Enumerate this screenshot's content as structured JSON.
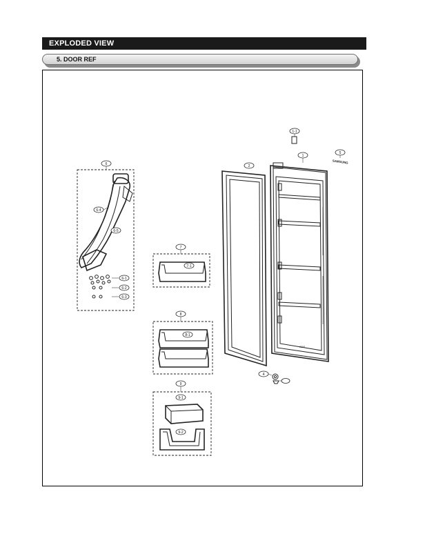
{
  "header": {
    "title": "EXPLODED VIEW"
  },
  "section": {
    "title": "5. DOOR REF"
  },
  "callouts": {
    "c1": "1",
    "c1_1": "1-1",
    "c2": "2",
    "c4": "4",
    "c5": "5",
    "c6": "6",
    "c6_1": "6-1",
    "c6_2": "6-2",
    "c6_3": "6-3",
    "c6_4": "6-4",
    "c6_5": "6-5",
    "c7": "7",
    "c7_1": "7-1",
    "c8": "8",
    "c8_1": "8-1",
    "c9": "9",
    "c9_1": "9-1",
    "c9_2": "9-2"
  },
  "labels": {
    "brand": "SAMSUNG",
    "door_mark": "ADS"
  }
}
